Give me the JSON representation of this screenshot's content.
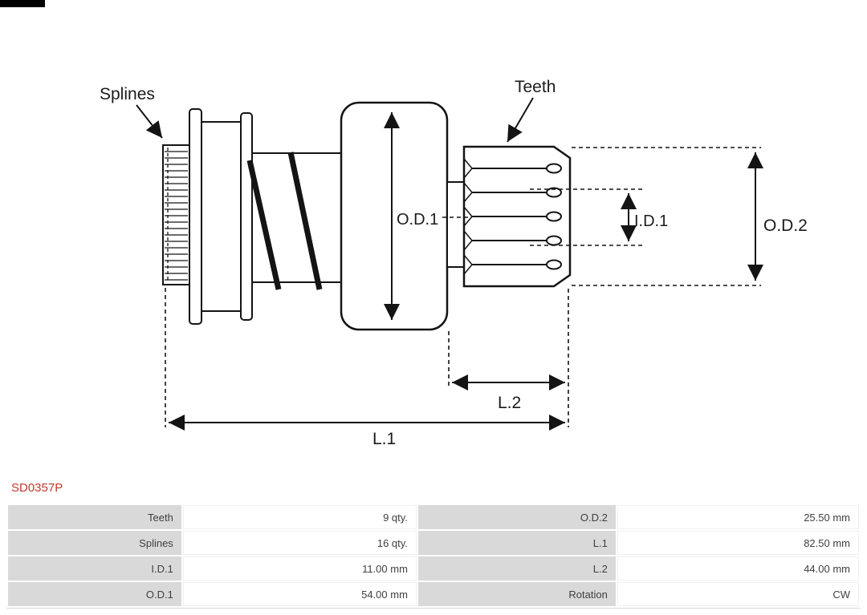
{
  "part_number": "SD0357P",
  "colors": {
    "part_number": "#c0392b",
    "table_label_bg": "#d9d9d9",
    "table_text": "#3f3f3f",
    "diagram_line": "#141414"
  },
  "diagram": {
    "labels": {
      "splines": "Splines",
      "teeth": "Teeth",
      "od1": "O.D.1",
      "id1": "I.D.1",
      "od2": "O.D.2",
      "l2": "L.2",
      "l1": "L.1"
    }
  },
  "table": {
    "rows": [
      {
        "cells": [
          "Teeth",
          "9 qty.",
          "O.D.2",
          "25.50 mm"
        ]
      },
      {
        "cells": [
          "Splines",
          "16 qty.",
          "L.1",
          "82.50 mm"
        ]
      },
      {
        "cells": [
          "I.D.1",
          "11.00 mm",
          "L.2",
          "44.00 mm"
        ]
      },
      {
        "cells": [
          "O.D.1",
          "54.00 mm",
          "Rotation",
          "CW"
        ]
      }
    ]
  }
}
